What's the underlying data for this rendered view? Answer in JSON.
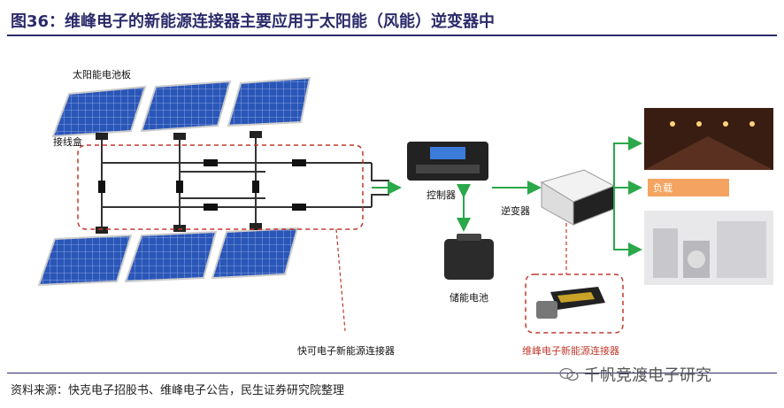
{
  "title": "图36：维峰电子的新能源连接器主要应用于太阳能（风能）逆变器中",
  "labels": {
    "solar_panel": "太阳能电池板",
    "junction_box": "接线盒",
    "controller": "控制器",
    "inverter": "逆变器",
    "battery": "储能电池",
    "load": "负载",
    "quick_connector": "快可电子新能源连接器",
    "weifeng_connector": "维峰电子新能源连接器"
  },
  "source": "资料来源：快克电子招股书、维峰电子公告，民生证券研究院整理",
  "watermark": "千帆竞渡电子研究",
  "colors": {
    "title": "#2b2b6b",
    "arrow": "#2aa84a",
    "dashed": "#c0392b",
    "load_bar": "#f4a460",
    "panel": "#2a56b8"
  },
  "icons": [
    "solar-panel-icon",
    "controller-icon",
    "inverter-icon",
    "battery-icon",
    "street-lights-icon",
    "appliances-icon",
    "connector-icon",
    "wechat-icon"
  ]
}
